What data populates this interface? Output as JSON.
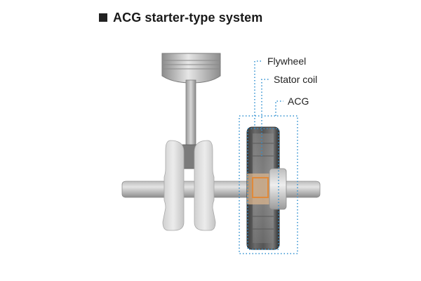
{
  "title": "ACG starter-type system",
  "labels": {
    "flywheel": "Flywheel",
    "stator_coil": "Stator coil",
    "acg": "ACG"
  },
  "colors": {
    "leader_line": "#2f8fd0",
    "stator_coil": "#e08a3a"
  }
}
